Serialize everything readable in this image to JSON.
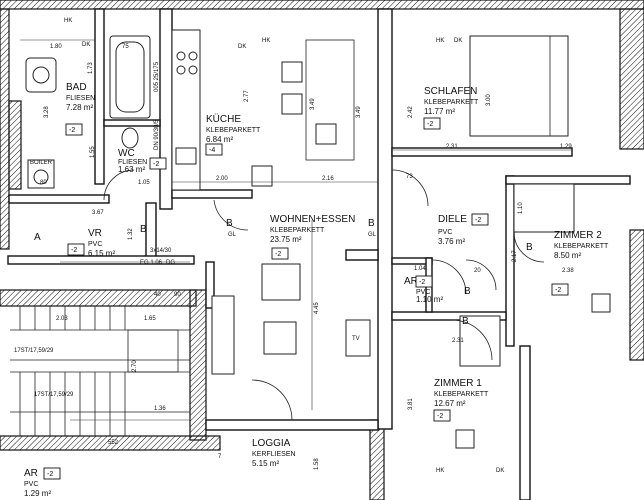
{
  "rooms": {
    "bad": {
      "name": "BAD",
      "floor": "FLIESEN",
      "area": "7.28 m²",
      "tag": "-2"
    },
    "kuche": {
      "name": "KÜCHE",
      "floor": "KLEBEPARKETT",
      "area": "6.84 m²",
      "tag": "-4"
    },
    "wc": {
      "name": "WC",
      "floor": "FLIESEN",
      "area": "1.63 m²",
      "tag": "-2"
    },
    "vr": {
      "name": "VR",
      "floor": "PVC",
      "area": "6.15 m²",
      "tag": "-2"
    },
    "wohnen": {
      "name": "WOHNEN+ESSEN",
      "floor": "KLEBEPARKETT",
      "area": "23.75 m²",
      "tag": "-2"
    },
    "schlafen": {
      "name": "SCHLAFEN",
      "floor": "KLEBEPARKETT",
      "area": "11.77 m²",
      "tag": "-2"
    },
    "diele": {
      "name": "DIELE",
      "floor": "PVC",
      "area": "3.76 m²",
      "tag": "-2"
    },
    "ar": {
      "name": "AR",
      "floor": "PVC",
      "area": "1.10 m²",
      "tag": "-2"
    },
    "zimmer2": {
      "name": "ZIMMER 2",
      "floor": "KLEBEPARKETT",
      "area": "8.50 m²",
      "tag": "-2"
    },
    "zimmer1": {
      "name": "ZIMMER 1",
      "floor": "KLEBEPARKETT",
      "area": "12.67 m²",
      "tag": "-2"
    },
    "loggia": {
      "name": "LOGGIA",
      "floor": "KERFLIESEN",
      "area": "5.15 m²"
    },
    "ar_bottom": {
      "name": "AR",
      "floor": "PVC",
      "area": "1.29 m²",
      "tag": "-2"
    }
  },
  "labels": {
    "boiler": "BOILER",
    "boiler_size": "80",
    "stair_1": "17ST/17,59/29",
    "stair_2": "17ST/17,59/29",
    "eg": "EG 1.06",
    "dg": "DG",
    "tv": "TV",
    "hk": "HK",
    "dk": "DK",
    "door_b": "B",
    "door_gl": "GL",
    "door_a": "A",
    "window_dn": "DN 90/30/5",
    "window_005": "005 25/175",
    "unit_3x14": "3x14/30",
    "k_label": "KÜCHE"
  },
  "dims": {
    "d_180": "1.80",
    "d_75": "75",
    "d_328": "3.28",
    "d_173": "1.73",
    "d_155": "1.55",
    "d_277": "2.77",
    "d_349a": "3.49",
    "d_349b": "3.49",
    "d_242": "2.42",
    "d_300": "3.00",
    "d_231a": "2.31",
    "d_129": "1.29",
    "d_200": "2.00",
    "d_216": "2.16",
    "d_73": "73",
    "d_105": "1.05",
    "d_367": "3.67",
    "d_132": "1.32",
    "d_110": "1.10",
    "d_217": "2.17",
    "d_238": "2.38",
    "d_104": "1.04",
    "d_20": "20",
    "d_445": "4.45",
    "d_40": "40",
    "d_90": "90",
    "d_165": "1.65",
    "d_203": "2.03",
    "d_270": "2.70",
    "d_136": "1.36",
    "d_231b": "2.31",
    "d_381": "3.81",
    "d_158": "1.58",
    "d_552": "552",
    "d_7": "7"
  }
}
